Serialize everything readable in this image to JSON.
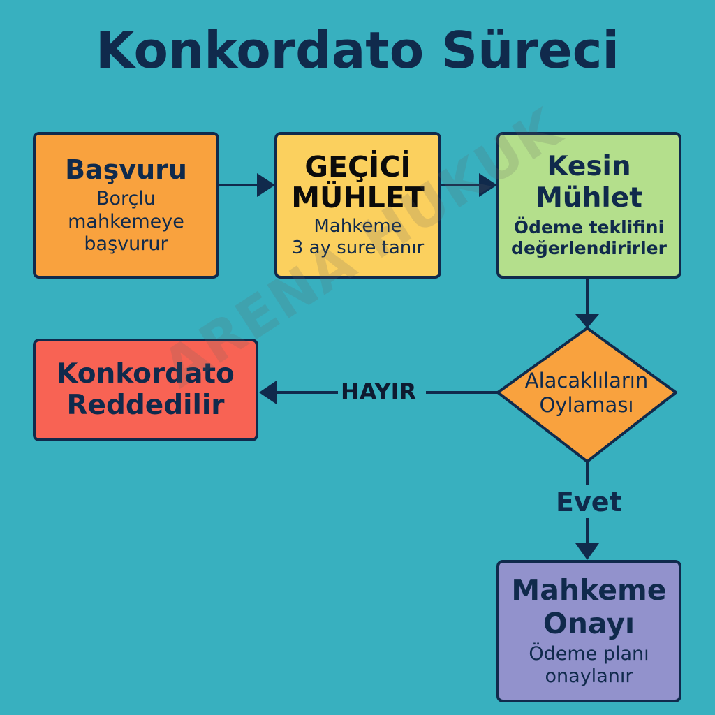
{
  "title": "Konkordato Süreci",
  "colors": {
    "background": "#38b0bf",
    "outline": "#102a4c",
    "basvuru": "#f9a23e",
    "gecici": "#fbd05e",
    "kesin": "#b4df8c",
    "vote": "#f9a23e",
    "reddedilir": "#f86354",
    "onay": "#9292cc"
  },
  "nodes": {
    "basvuru": {
      "title": "Başvuru",
      "text": "Borçlu\nmahkemeye\nbaşvurur"
    },
    "gecici": {
      "title": "GEÇİCİ\nMÜHLET",
      "text": "Mahkeme\n3 ay sure tanır"
    },
    "kesin": {
      "title": "Kesin\nMühlet",
      "text": "Ödeme teklifini\ndeğerlendirirler"
    },
    "vote": {
      "title": "Alacaklıların\nOylaması"
    },
    "reddedilir": {
      "title": "Konkordato\nReddedilir"
    },
    "onay": {
      "title": "Mahkeme\nOnayı",
      "text": "Ödeme planı\nonaylanır"
    }
  },
  "edges": {
    "no_label": "HAYIR",
    "yes_label": "Evet"
  },
  "watermark": "ARENA HUKUK"
}
